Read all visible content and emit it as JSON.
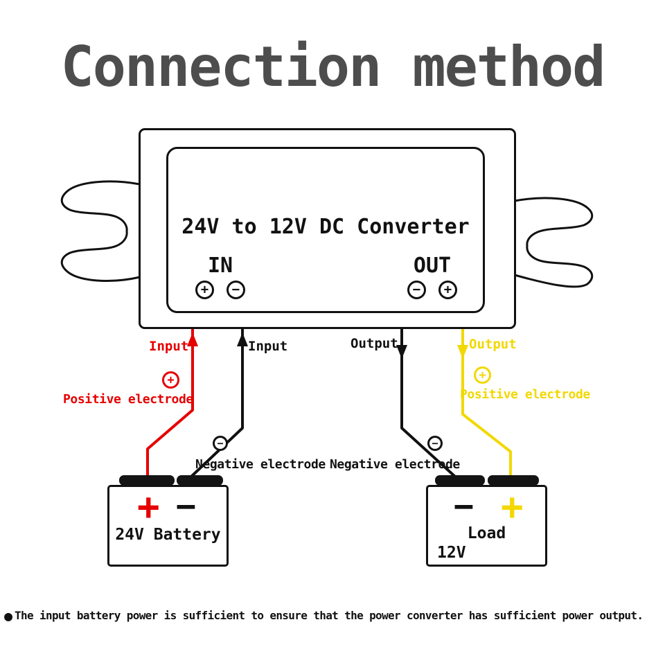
{
  "title": "Connection method",
  "colors": {
    "black": "#111111",
    "red": "#e60000",
    "yellow": "#f2d800",
    "title_gray": "#4d4d4d"
  },
  "converter": {
    "label": "24V to 12V DC Converter",
    "in_label": "IN",
    "out_label": "OUT"
  },
  "symbols": {
    "plus": "+",
    "minus": "−",
    "bullet": "●"
  },
  "wire_labels": {
    "input": "Input",
    "output": "Output",
    "positive_electrode": "Positive electrode",
    "negative_electrode": "Negative electrode"
  },
  "battery": {
    "name": "24V Battery"
  },
  "load": {
    "name": "Load",
    "voltage": "12V"
  },
  "note": "The input battery power is sufficient to ensure that the power converter has sufficient power output."
}
